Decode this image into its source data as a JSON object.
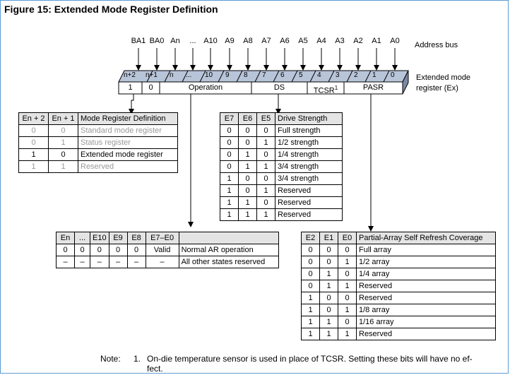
{
  "title": "Figure 15: Extended Mode Register Definition",
  "address_bus": {
    "label": "Address bus",
    "pins": [
      "BA1",
      "BA0",
      "An",
      "...",
      "A10",
      "A9",
      "A8",
      "A7",
      "A6",
      "A5",
      "A4",
      "A3",
      "A2",
      "A1",
      "A0"
    ]
  },
  "register": {
    "label_line1": "Extended mode",
    "label_line2": "register (Ex)",
    "bits": [
      "n+2",
      "n+1",
      "n",
      "...",
      "10",
      "9",
      "8",
      "7",
      "6",
      "5",
      "4",
      "3",
      "2",
      "1",
      "0"
    ],
    "fields": {
      "b1": "1",
      "b0": "0",
      "operation": "Operation",
      "ds": "DS",
      "tcsr": "TCSR",
      "tcsr_sup": "1",
      "pasr": "PASR"
    }
  },
  "mode_table": {
    "headers": [
      "En + 2",
      "En + 1",
      "Mode Register Definition"
    ],
    "rows": [
      [
        "0",
        "0",
        "Standard mode register"
      ],
      [
        "0",
        "1",
        "Status register"
      ],
      [
        "1",
        "0",
        "Extended mode register"
      ],
      [
        "1",
        "1",
        "Reserved"
      ]
    ]
  },
  "drive_table": {
    "headers": [
      "E7",
      "E6",
      "E5",
      "Drive Strength"
    ],
    "rows": [
      [
        "0",
        "0",
        "0",
        "Full strength"
      ],
      [
        "0",
        "0",
        "1",
        "1/2 strength"
      ],
      [
        "0",
        "1",
        "0",
        "1/4 strength"
      ],
      [
        "0",
        "1",
        "1",
        "3/4 strength"
      ],
      [
        "1",
        "0",
        "0",
        "3/4 strength"
      ],
      [
        "1",
        "0",
        "1",
        "Reserved"
      ],
      [
        "1",
        "1",
        "0",
        "Reserved"
      ],
      [
        "1",
        "1",
        "1",
        "Reserved"
      ]
    ]
  },
  "op_table": {
    "headers": [
      "En",
      "...",
      "E10",
      "E9",
      "E8",
      "E7–E0",
      ""
    ],
    "rows": [
      [
        "0",
        "0",
        "0",
        "0",
        "0",
        "Valid",
        "Normal AR operation"
      ],
      [
        "–",
        "–",
        "–",
        "–",
        "–",
        "–",
        "All other states reserved"
      ]
    ]
  },
  "pasr_table": {
    "headers": [
      "E2",
      "E1",
      "E0",
      "Partial-Array Self Refresh Coverage"
    ],
    "rows": [
      [
        "0",
        "0",
        "0",
        "Full array"
      ],
      [
        "0",
        "0",
        "1",
        "1/2 array"
      ],
      [
        "0",
        "1",
        "0",
        "1/4 array"
      ],
      [
        "0",
        "1",
        "1",
        "Reserved"
      ],
      [
        "1",
        "0",
        "0",
        "Reserved"
      ],
      [
        "1",
        "0",
        "1",
        "1/8 array"
      ],
      [
        "1",
        "1",
        "0",
        "1/16 array"
      ],
      [
        "1",
        "1",
        "1",
        "Reserved"
      ]
    ]
  },
  "note": {
    "label": "Note:",
    "number": "1.",
    "line1": "On-die temperature sensor is used in place of TCSR. Setting these bits will have no ef-",
    "line2": "fect."
  }
}
